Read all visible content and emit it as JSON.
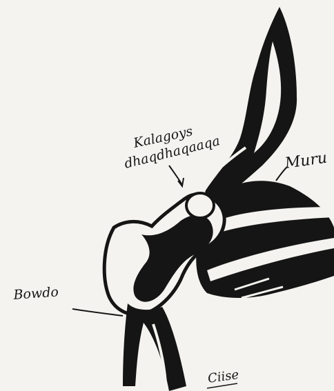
{
  "diagram": {
    "labels": {
      "joint_cavity": [
        "Kalagoys",
        "dhaqdhaqaaqa"
      ],
      "muscle": "Muru",
      "bone_head": "Bowdo",
      "foot": "Ciise"
    },
    "colors": {
      "paper": "#f4f3ef",
      "ink": "#151515"
    }
  }
}
